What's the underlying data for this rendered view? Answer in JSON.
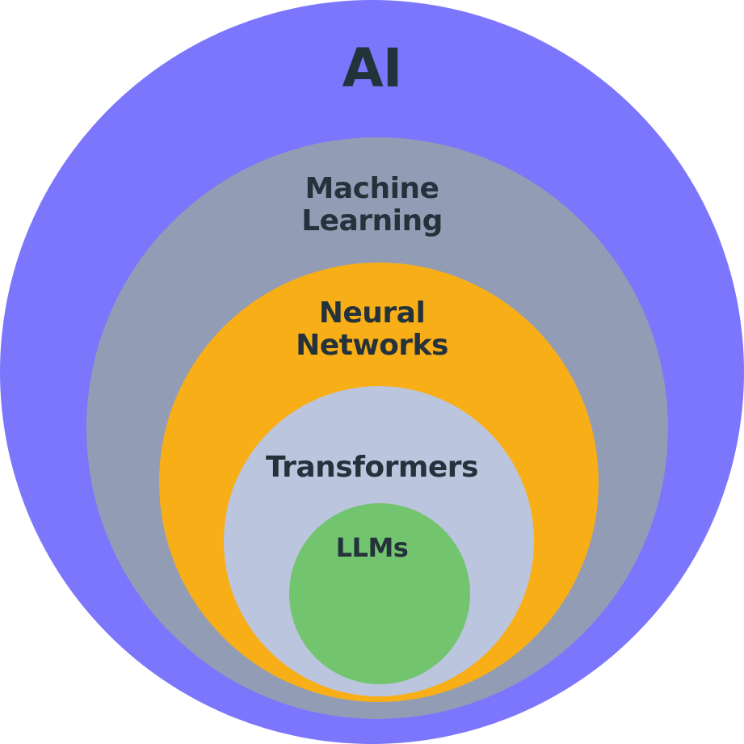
{
  "diagram": {
    "type": "nested-circles",
    "title": "AI",
    "layers": [
      {
        "id": "ai",
        "label_lines": [
          "AI"
        ],
        "color": "#7b76fc"
      },
      {
        "id": "ml",
        "label_lines": [
          "Machine",
          "Learning"
        ],
        "color": "#929db5"
      },
      {
        "id": "nn",
        "label_lines": [
          "Neural",
          "Networks"
        ],
        "color": "#f8ae17"
      },
      {
        "id": "tf",
        "label_lines": [
          "Transformers"
        ],
        "color": "#bbc5de"
      },
      {
        "id": "llm",
        "label_lines": [
          "LLMs"
        ],
        "color": "#73c46f"
      }
    ],
    "text_color": "#24323b"
  }
}
